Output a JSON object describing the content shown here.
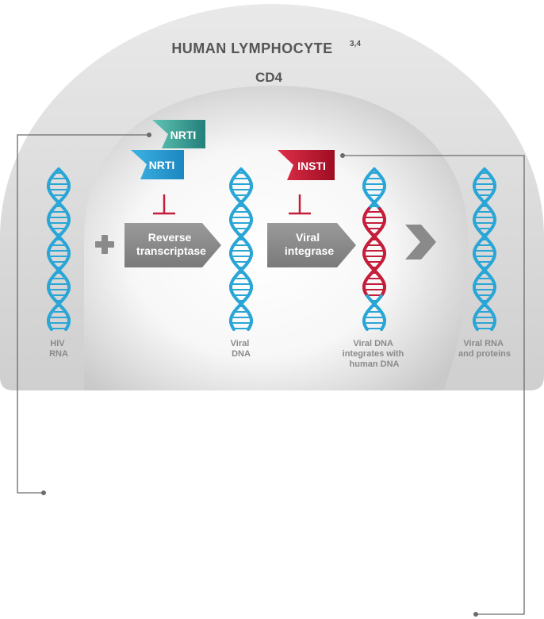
{
  "cell": {
    "title": "HUMAN LYMPHOCYTE",
    "title_sup": "3,4",
    "receptor": "CD4"
  },
  "drugs": {
    "nrti_back": "NRTI",
    "nrti_front": "NRTI",
    "insti": "INSTI"
  },
  "enzymes": {
    "rt_line1": "Reverse",
    "rt_line2": "transcriptase",
    "int_line1": "Viral",
    "int_line2": "integrase"
  },
  "stages": {
    "hiv_rna": [
      "HIV",
      "RNA"
    ],
    "viral_dna": [
      "Viral",
      "DNA"
    ],
    "integrated": [
      "Viral DNA",
      "integrates with",
      "human DNA"
    ],
    "products": [
      "Viral RNA",
      "and proteins"
    ]
  },
  "colors": {
    "outer_cell": "#dcdcdc",
    "helix_blue": "#2aa6d6",
    "helix_red": "#c41e3a",
    "nrti_teal": "#2f9a92",
    "nrti_blue": "#27a4d8",
    "insti_red": "#c8102e",
    "enzyme_gray": "#8a8a8a",
    "connector": "#6b6b6b"
  }
}
